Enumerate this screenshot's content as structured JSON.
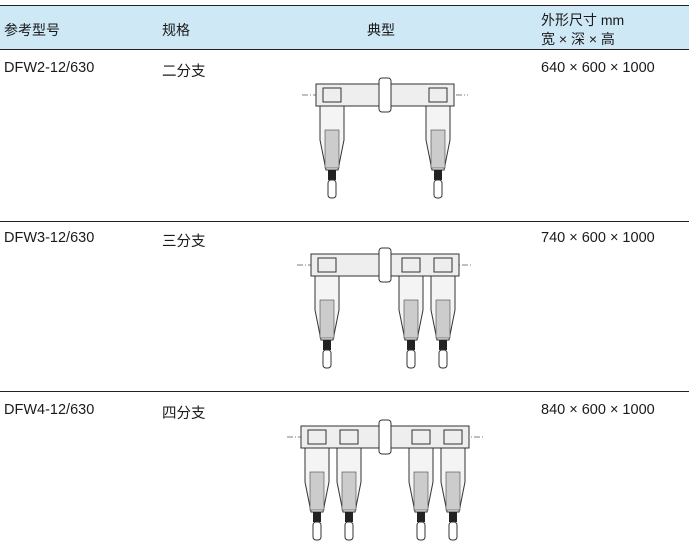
{
  "header": {
    "model": "参考型号",
    "spec": "规格",
    "typical": "典型",
    "dims_line1": "外形尺寸 mm",
    "dims_line2": "宽 × 深 × 高"
  },
  "rows": [
    {
      "model": "DFW2-12/630",
      "spec": "二分支",
      "dims": "640 × 600 × 1000",
      "branches": 2
    },
    {
      "model": "DFW3-12/630",
      "spec": "三分支",
      "dims": "740 × 600 × 1000",
      "branches": 3
    },
    {
      "model": "DFW4-12/630",
      "spec": "四分支",
      "dims": "840 × 600 × 1000",
      "branches": 4
    }
  ]
}
